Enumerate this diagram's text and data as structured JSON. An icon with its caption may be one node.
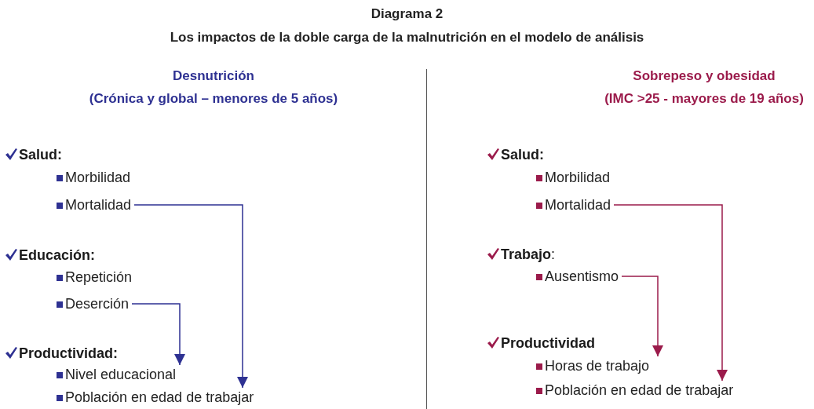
{
  "diagram": {
    "title": "Los impactos de la doble carga de la malnutrición en el modelo de análisis",
    "nodes": [
      {
        "text": [
          "Mortalidad"
        ]
      },
      {
        "text": [
          "Deserción"
        ]
      },
      {
        "text": [
          "Nivel educacional"
        ]
      },
      {
        "text": [
          "Población en edad de trabajar"
        ]
      },
      {
        "text": [
          "Mortalidad"
        ]
      },
      {
        "text": [
          "Ausentismo"
        ]
      },
      {
        "text": [
          "Horas de trabajo"
        ]
      },
      {
        "text": [
          "Población en edad de trabajar"
        ]
      }
    ],
    "edges": [
      {
        "from": 0,
        "to": 3,
        "arrow": "to",
        "color": "#2e3192"
      },
      {
        "from": 1,
        "to": 2,
        "arrow": "to",
        "color": "#2e3192"
      },
      {
        "from": 4,
        "to": 7,
        "arrow": "to",
        "color": "#9b1b4b"
      },
      {
        "from": 5,
        "to": 6,
        "arrow": "to",
        "color": "#9b1b4b"
      }
    ],
    "labels": [
      "Diagrama 2",
      "Desnutrición",
      "(Crónica y global – menores de 5 años)",
      "Salud:",
      "Morbilidad",
      "Educación:",
      "Repetición",
      "Productividad:",
      "Sobrepeso y obesidad",
      "(IMC >25 - mayores de 19 años)",
      "Salud:",
      "Morbilidad",
      "**Trabajo**:",
      "Productividad"
    ]
  }
}
